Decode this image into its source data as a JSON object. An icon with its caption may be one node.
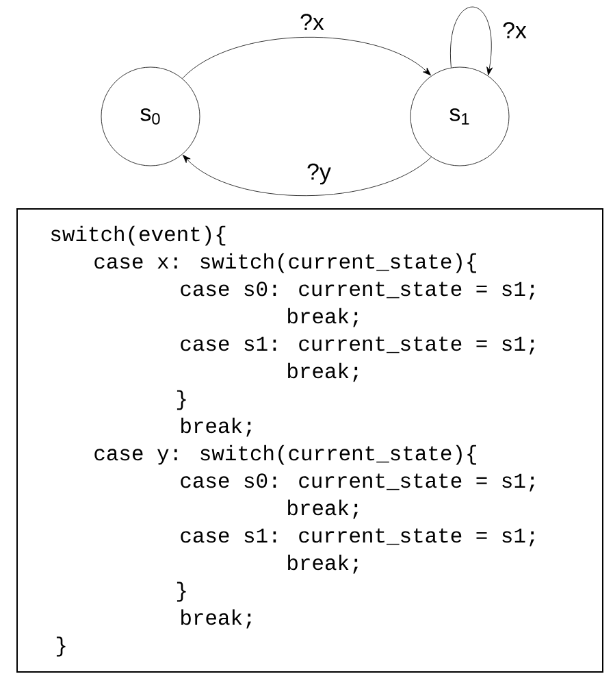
{
  "diagram": {
    "nodes": [
      {
        "text": [
          "s$_{0}$"
        ]
      },
      {
        "text": [
          "s$_{1}$"
        ]
      },
      {
        "text": [
          "switch(event){",
          "case x: switch(current_state){",
          "case s0: current_state = s1;",
          "break;",
          "case s1: current_state = s1;",
          "break;",
          "}",
          "break;",
          "case y: switch(current_state){",
          "case s0: current_state = s1;",
          "break;",
          "case s1: current_state = s1;",
          "break;",
          "}",
          "break;",
          "}"
        ]
      }
    ],
    "edges": [
      {
        "from": 0,
        "to": 1,
        "arrow": "to",
        "label": "?x"
      },
      {
        "from": 1,
        "to": 1,
        "arrow": "to",
        "label": "?x"
      },
      {
        "from": 1,
        "to": 0,
        "arrow": "to",
        "label": "?y"
      }
    ]
  }
}
